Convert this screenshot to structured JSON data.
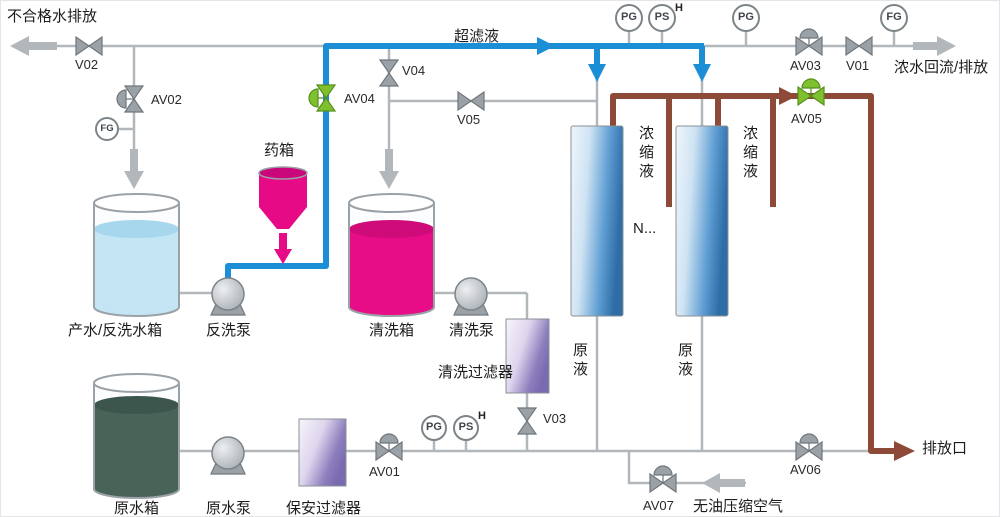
{
  "diagram": {
    "streams": {
      "unqualified_water_discharge": "不合格水排放",
      "ultrafiltrate": "超滤液",
      "concentrate": "浓缩液",
      "feed_liquid": "原液",
      "concentrate_return_discharge": "浓水回流/排放",
      "discharge_outlet": "排放口",
      "oil_free_compressed_air": "无油压缩空气"
    },
    "equipment": {
      "chemical_tank": "药箱",
      "product_backwash_tank": "产水/反洗水箱",
      "backwash_pump": "反洗泵",
      "cleaning_tank": "清洗箱",
      "cleaning_pump": "清洗泵",
      "cleaning_filter": "清洗过滤器",
      "raw_water_tank": "原水箱",
      "raw_water_pump": "原水泵",
      "security_filter": "保安过滤器",
      "membrane_modules": "N..."
    },
    "valves": {
      "v01": "V01",
      "v02": "V02",
      "v03": "V03",
      "v04": "V04",
      "v05": "V05",
      "av01": "AV01",
      "av02": "AV02",
      "av03": "AV03",
      "av04": "AV04",
      "av05": "AV05",
      "av06": "AV06",
      "av07": "AV07"
    },
    "gauges": {
      "pressure_gauge": "PG",
      "pressure_switch": "PS",
      "flow_gauge": "FG",
      "high_alarm": "H"
    },
    "colors": {
      "ultrafiltrate_line": "#1b8ed6",
      "concentrate_line": "#8e4a38",
      "pipe_gray": "#b2b7bb",
      "product_water": "#c4e5f4",
      "cleaning_chemical": "#e60a86",
      "raw_water": "#486459",
      "auto_valve_green": "#7fc02e"
    }
  }
}
